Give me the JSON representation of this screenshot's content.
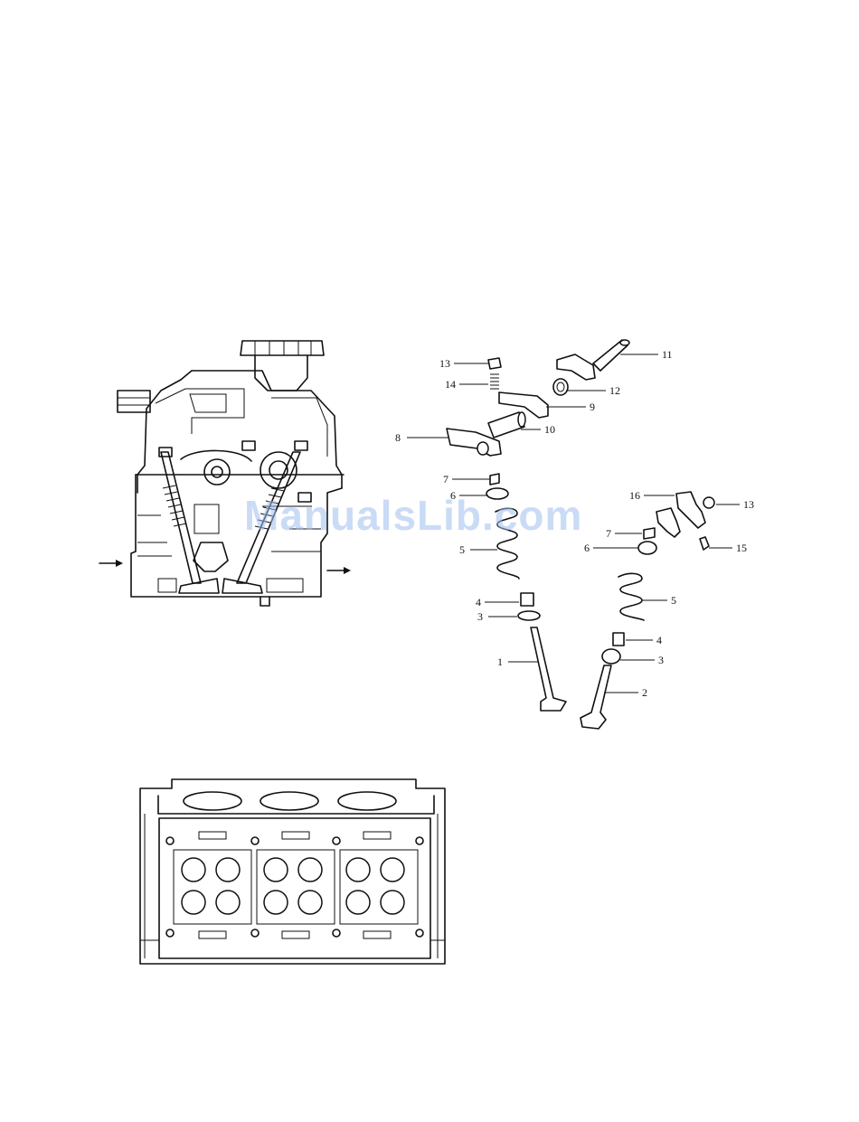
{
  "watermark": "ManualsLib.com",
  "callouts": [
    "13",
    "14",
    "11",
    "12",
    "9",
    "10",
    "8",
    "7",
    "6",
    "5",
    "4",
    "3",
    "1",
    "16",
    "13",
    "7",
    "6",
    "15",
    "5",
    "4",
    "3",
    "2"
  ],
  "colors": {
    "line": "#111111",
    "watermark": "#9fbff0",
    "background": "#ffffff"
  }
}
